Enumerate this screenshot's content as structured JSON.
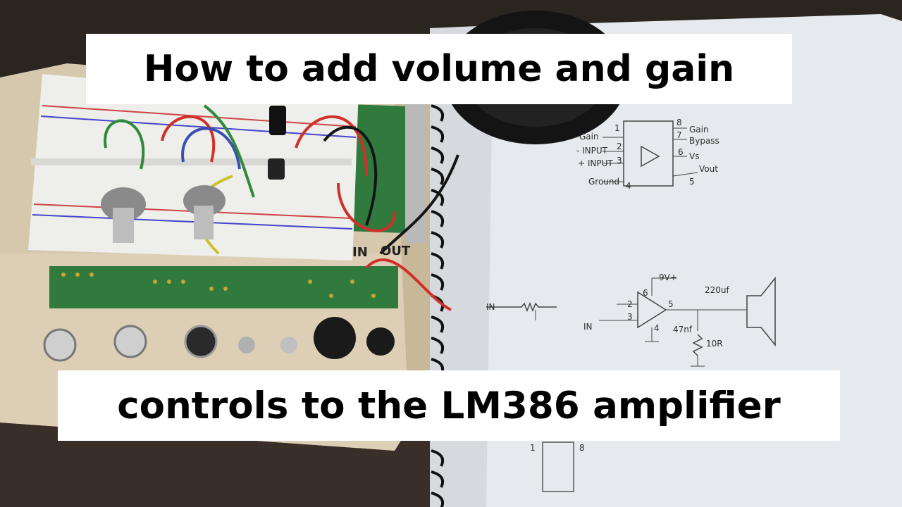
{
  "thumbnail": {
    "caption_line_1": "How to add volume and gain",
    "caption_line_2": "controls to the LM386 amplifier"
  },
  "schematic": {
    "pinout_labels": {
      "gain_left": "Gain",
      "pin_1": "1",
      "pin_8": "8",
      "gain_right": "Gain",
      "pin_7": "7",
      "bypass": "Bypass",
      "input_minus": "- INPUT",
      "pin_2": "2",
      "pin_6": "6",
      "vs": "Vs",
      "input_plus": "+ INPUT",
      "pin_3": "3",
      "vout": "Vout",
      "ground": "Ground",
      "pin_4": "4",
      "pin_5": "5"
    },
    "circuit_labels": {
      "supply": "9V+",
      "cap_out": "220uf",
      "in_1": "IN",
      "in_2": "IN",
      "cap_47": "47nf",
      "res_10": "10R",
      "amp_pin_6": "6",
      "amp_pin_2": "2",
      "amp_pin_3": "3",
      "amp_pin_4": "4",
      "amp_pin_5": "5"
    },
    "lower_pins": {
      "pin_1": "1",
      "pin_8": "8"
    }
  },
  "board_labels": {
    "in": "IN",
    "out": "OUT"
  },
  "colors": {
    "caption_bg": "#ffffff",
    "caption_text": "#000000",
    "wood": "#d9cdb5",
    "paper": "#e9ecf0",
    "wire_red": "#d0302a",
    "wire_black": "#151515",
    "wire_green": "#2e8a3a",
    "pcb_green": "#2f7a3c",
    "speaker": "#181818"
  }
}
